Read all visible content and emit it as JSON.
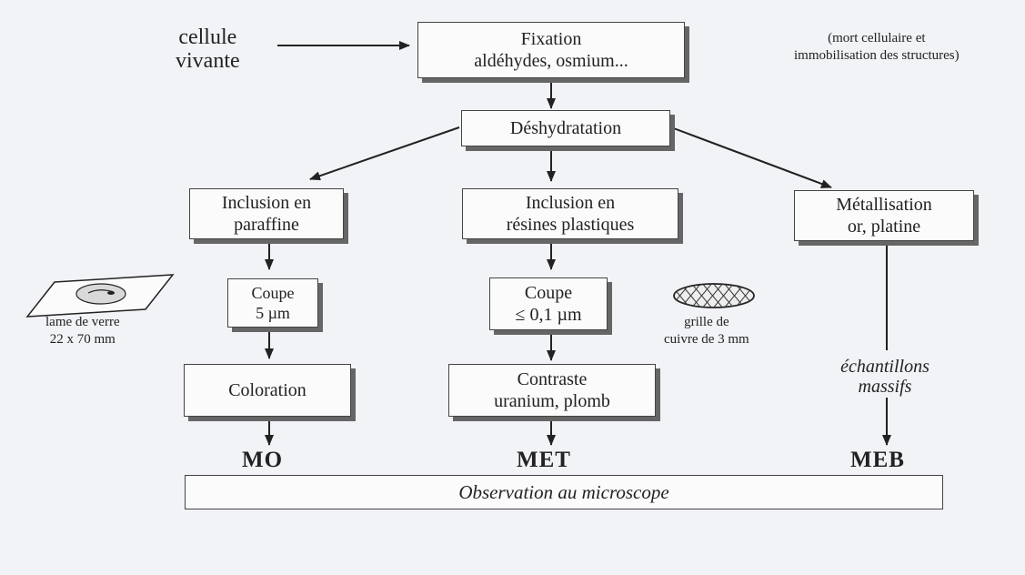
{
  "input": {
    "line1": "cellule",
    "line2": "vivante"
  },
  "fixation": {
    "line1": "Fixation",
    "line2": "aldéhydes, osmium..."
  },
  "fixation_note": {
    "line1": "(mort cellulaire et",
    "line2": "immobilisation des structures)"
  },
  "dehydration": {
    "label": "Déshydratation"
  },
  "left_branch": {
    "inclusion": {
      "line1": "Inclusion en",
      "line2": "paraffine"
    },
    "coupe": {
      "line1": "Coupe",
      "line2": "5 µm"
    },
    "coloration": {
      "label": "Coloration"
    },
    "result": "MO",
    "slide_note": {
      "line1": "lame de verre",
      "line2": "22 x 70 mm"
    }
  },
  "middle_branch": {
    "inclusion": {
      "line1": "Inclusion en",
      "line2": "résines plastiques"
    },
    "coupe": {
      "line1": "Coupe",
      "line2": "≤ 0,1 µm"
    },
    "contraste": {
      "line1": "Contraste",
      "line2": "uranium, plomb"
    },
    "result": "MET",
    "grid_note": {
      "line1": "grille de",
      "line2": "cuivre de 3 mm"
    }
  },
  "right_branch": {
    "metallisation": {
      "line1": "Métallisation",
      "line2": "or, platine"
    },
    "samples": {
      "line1": "échantillons",
      "line2": "massifs"
    },
    "result": "MEB"
  },
  "observation": {
    "label": "Observation au microscope"
  }
}
